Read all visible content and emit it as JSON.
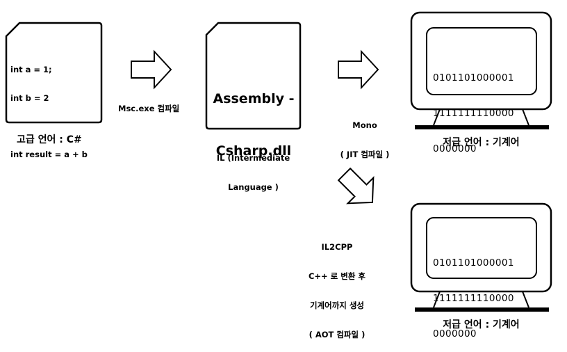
{
  "source_doc": {
    "code_lines": [
      "int a = 1;",
      "int b = 2",
      "",
      "int result = a + b"
    ],
    "label": "고급 언어 : C#"
  },
  "compile_step": {
    "label": "Msc.exe 컴파일"
  },
  "il_doc": {
    "title_lines": [
      "Assembly -",
      "Csharp.dll"
    ],
    "label_lines": [
      "IL (Intermediate",
      "Language )"
    ]
  },
  "mono_step": {
    "label_lines": [
      "Mono",
      "( JIT 컴파일 )"
    ]
  },
  "monitor_top": {
    "binary_lines": [
      "0101101000001",
      "1111111110000",
      "0000000"
    ],
    "label": "저급 언어 : 기계어"
  },
  "il2cpp_step": {
    "label_lines": [
      "IL2CPP",
      "C++ 로 변환 후",
      "기계어까지 생성",
      "( AOT 컴파일 )"
    ]
  },
  "monitor_bottom": {
    "binary_lines": [
      "0101101000001",
      "1111111110000",
      "0000000"
    ],
    "label": "저급 언어 : 기계어"
  }
}
